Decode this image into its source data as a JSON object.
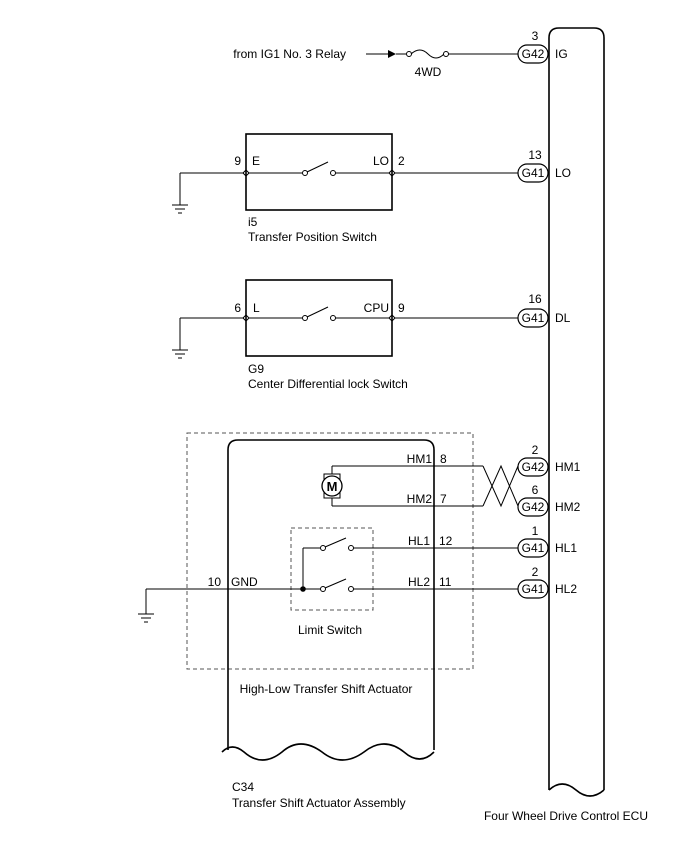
{
  "ecu": {
    "name": "Four Wheel Drive Control ECU",
    "terminals": [
      {
        "id": "ig",
        "pin": "3",
        "connector": "G42",
        "label": "IG"
      },
      {
        "id": "lo",
        "pin": "13",
        "connector": "G41",
        "label": "LO"
      },
      {
        "id": "dl",
        "pin": "16",
        "connector": "G41",
        "label": "DL"
      },
      {
        "id": "hm1",
        "pin": "2",
        "connector": "G42",
        "label": "HM1"
      },
      {
        "id": "hm2",
        "pin": "6",
        "connector": "G42",
        "label": "HM2"
      },
      {
        "id": "hl1",
        "pin": "1",
        "connector": "G41",
        "label": "HL1"
      },
      {
        "id": "hl2",
        "pin": "2",
        "connector": "G41",
        "label": "HL2"
      }
    ]
  },
  "power": {
    "source": "from IG1 No. 3 Relay",
    "fuse": "4WD"
  },
  "transfer_switch": {
    "code": "i5",
    "name": "Transfer Position Switch",
    "left_pin": "9",
    "left_label": "E",
    "right_pin": "2",
    "right_label": "LO"
  },
  "diff_switch": {
    "code": "G9",
    "name": "Center Differential lock Switch",
    "left_pin": "6",
    "left_label": "L",
    "right_pin": "9",
    "right_label": "CPU"
  },
  "actuator": {
    "name": "High-Low Transfer Shift Actuator",
    "motor_symbol": "M",
    "hm1_label": "HM1",
    "hm1_pin": "8",
    "hm2_label": "HM2",
    "hm2_pin": "7",
    "hl1_label": "HL1",
    "hl1_pin": "12",
    "hl2_label": "HL2",
    "hl2_pin": "11",
    "gnd_pin": "10",
    "gnd_label": "GND",
    "limit_switch": "Limit Switch"
  },
  "assembly": {
    "code": "C34",
    "name": "Transfer Shift Actuator Assembly"
  }
}
